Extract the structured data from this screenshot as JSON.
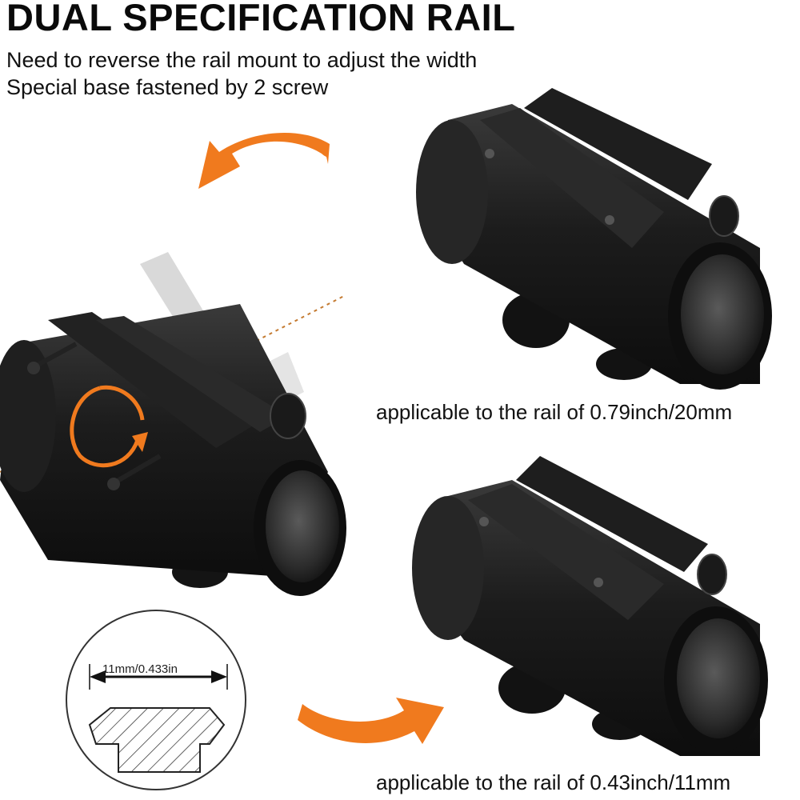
{
  "title": "DUAL SPECIFICATION RAIL",
  "subtitle_lines": [
    "Need to reverse the rail mount to adjust the width",
    "Special base fastened by 2 screw"
  ],
  "captions": {
    "wide_rail": "applicable to the rail of 0.79inch/20mm",
    "narrow_rail": "applicable to the rail of 0.43inch/11mm"
  },
  "dimension_label": "11mm/0.433in",
  "colors": {
    "accent_orange": "#F07A1E",
    "scope_body": "#1b1b1b",
    "scope_highlight": "#3a3a3a",
    "lens": "#2e2e2e"
  },
  "icons": [
    "rotate-arrow-icon",
    "curved-arrow-icon",
    "dovetail-profile-icon"
  ]
}
